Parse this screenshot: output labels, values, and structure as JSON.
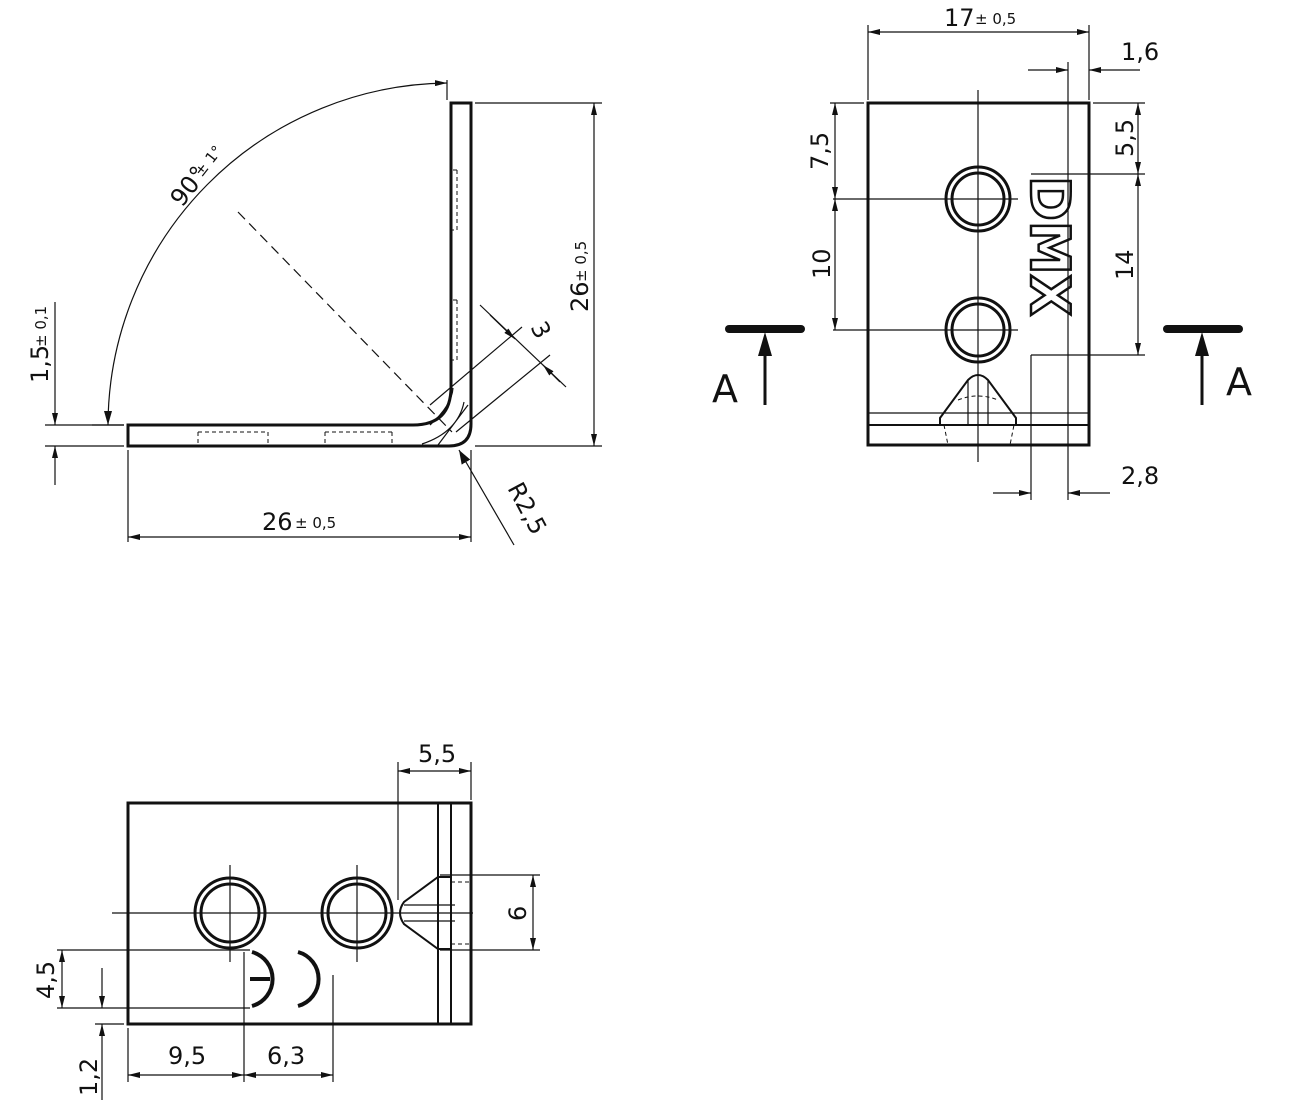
{
  "side_view": {
    "width_dim": {
      "value": "26",
      "tol": "± 0,5"
    },
    "height_dim": {
      "value": "26",
      "tol": "± 0,5"
    },
    "thickness_dim": {
      "value": "1,5",
      "tol": "± 0,1"
    },
    "angle_dim": {
      "value": "90°",
      "tol": "± 1°"
    },
    "rib_dim": "3",
    "radius_dim": "R2,5"
  },
  "front_view": {
    "width_dim": {
      "value": "17",
      "tol": "± 0,5"
    },
    "dim_1_6": "1,6",
    "dim_2_8": "2,8",
    "dim_7_5": "7,5",
    "dim_10": "10",
    "dim_5_5": "5,5",
    "dim_14": "14",
    "logo": "DMX",
    "section_left": "A",
    "section_right": "A"
  },
  "bottom_view": {
    "dim_5_5": "5,5",
    "dim_6": "6",
    "dim_4_5": "4,5",
    "dim_1_2": "1,2",
    "dim_9_5": "9,5",
    "dim_6_3": "6,3"
  }
}
